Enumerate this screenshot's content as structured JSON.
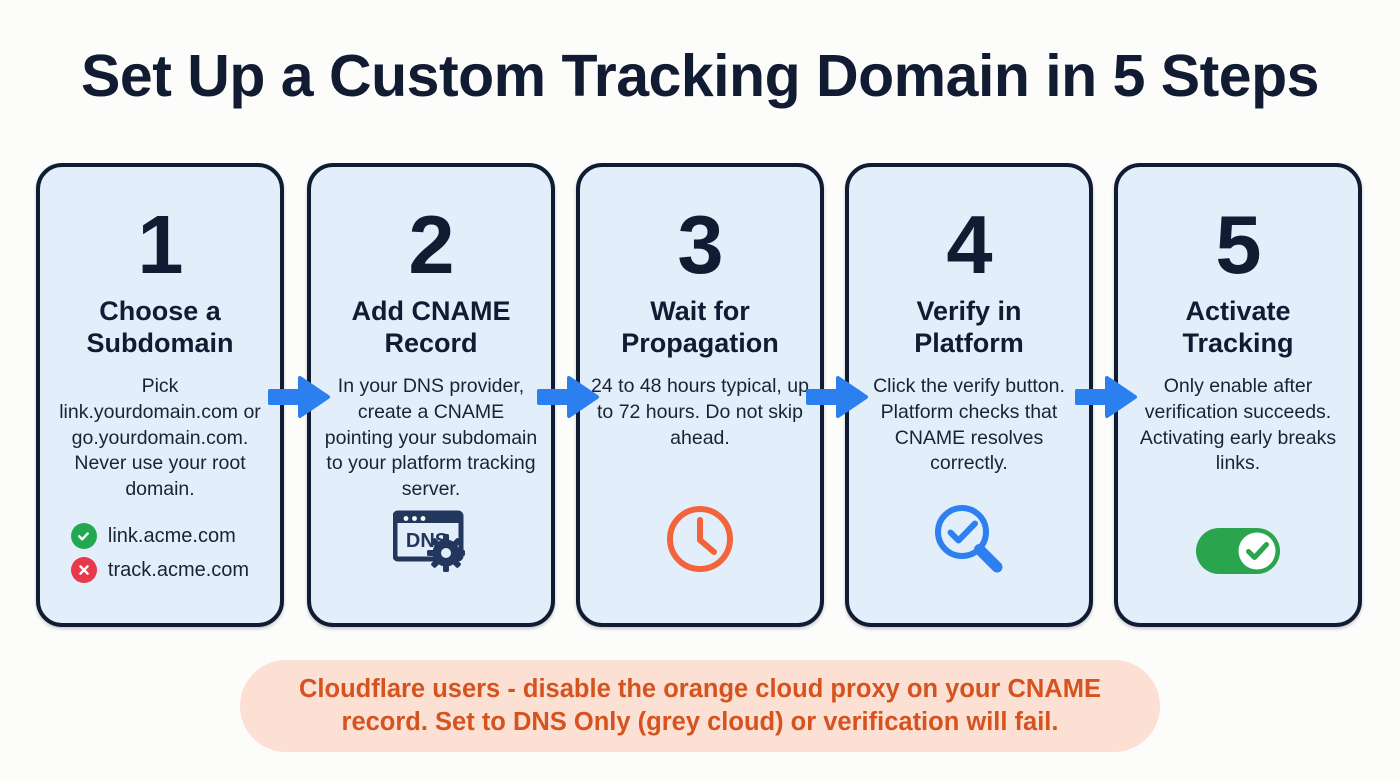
{
  "page": {
    "title": "Set Up a Custom Tracking Domain in 5 Steps",
    "background_color": "#fcfcfb",
    "accent_navy": "#111c33",
    "accent_blue": "#2b7fef",
    "accent_orange": "#f2643c",
    "accent_green": "#22a94f",
    "accent_red": "#e8384a"
  },
  "steps": [
    {
      "number": "1",
      "heading": "Choose a Subdomain",
      "body": "Pick link.yourdomain.com or go.yourdomain.com. Never use your root domain.",
      "examples": [
        {
          "status": "good",
          "icon": "check-circle-icon",
          "text": "link.acme.com"
        },
        {
          "status": "bad",
          "icon": "x-circle-icon",
          "text": "track.acme.com"
        }
      ],
      "icon": ""
    },
    {
      "number": "2",
      "heading": "Add CNAME Record",
      "body": "In your DNS provider, create a CNAME pointing your subdomain to your platform tracking server.",
      "icon": "dns-window-gear-icon",
      "icon_label": "DNS"
    },
    {
      "number": "3",
      "heading": "Wait for Propagation",
      "body": "24 to 48 hours typical, up to 72 hours. Do not skip ahead.",
      "icon": "clock-icon"
    },
    {
      "number": "4",
      "heading": "Verify in Platform",
      "body": "Click the verify button. Platform checks that CNAME resolves correctly.",
      "icon": "magnifier-check-icon"
    },
    {
      "number": "5",
      "heading": "Activate Tracking",
      "body": "Only enable after verification succeeds. Activating early breaks links.",
      "icon": "toggle-on-check-icon"
    }
  ],
  "arrows": [
    {
      "name": "arrow-step-1-to-2"
    },
    {
      "name": "arrow-step-2-to-3"
    },
    {
      "name": "arrow-step-3-to-4"
    },
    {
      "name": "arrow-step-4-to-5"
    }
  ],
  "banner": {
    "text": "Cloudflare users - disable the orange cloud proxy on your CNAME record. Set to DNS Only (grey cloud) or verification will fail.",
    "background_color": "#fce0d4",
    "text_color": "#d4531e"
  }
}
